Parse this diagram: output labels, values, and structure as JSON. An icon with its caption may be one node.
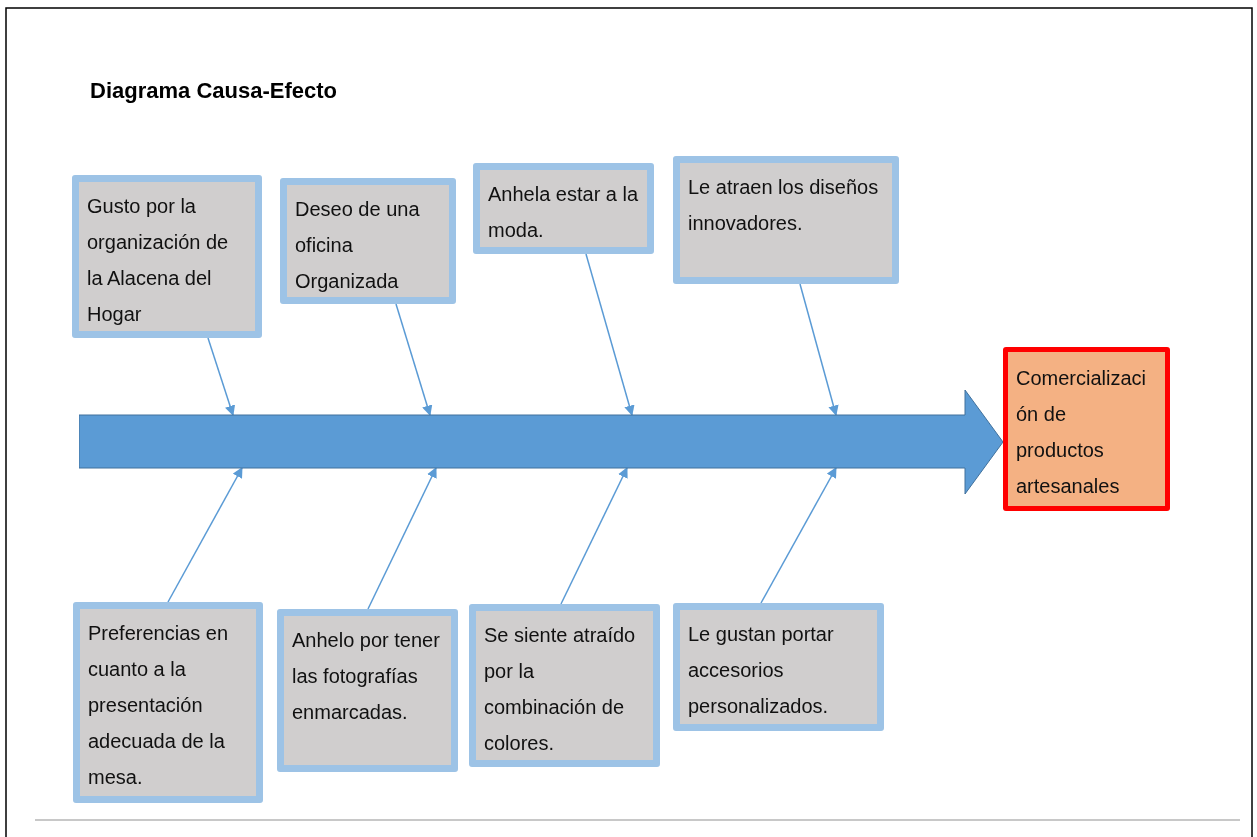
{
  "diagram": {
    "title": "Diagrama Causa-Efecto",
    "nodes": [
      {
        "text": [
          "Gusto por la organización de la Alacena del Hogar"
        ]
      },
      {
        "text": [
          "Deseo de una oficina Organizada"
        ]
      },
      {
        "text": [
          "Anhela estar a la moda."
        ]
      },
      {
        "text": [
          "Le atraen los diseños innovadores."
        ]
      },
      {
        "text": [],
        "shape": "arrow"
      },
      {
        "text": [
          "Comercialización de productos artesanales"
        ]
      },
      {
        "text": [
          "Preferencias en cuanto a la presentación adecuada de la mesa."
        ]
      },
      {
        "text": [
          "Anhelo por tener las fotografías enmarcadas."
        ]
      },
      {
        "text": [
          "Se siente atraído por la combinación de colores."
        ]
      },
      {
        "text": [
          "Le gustan portar accesorios personalizados."
        ]
      }
    ],
    "edges": [
      {
        "from": 0,
        "to": 4,
        "arrow": "to"
      },
      {
        "from": 1,
        "to": 4,
        "arrow": "to"
      },
      {
        "from": 2,
        "to": 4,
        "arrow": "to"
      },
      {
        "from": 3,
        "to": 4,
        "arrow": "to"
      },
      {
        "from": 6,
        "to": 4,
        "arrow": "to"
      },
      {
        "from": 7,
        "to": 4,
        "arrow": "to"
      },
      {
        "from": 8,
        "to": 4,
        "arrow": "to"
      },
      {
        "from": 9,
        "to": 4,
        "arrow": "to"
      }
    ]
  }
}
